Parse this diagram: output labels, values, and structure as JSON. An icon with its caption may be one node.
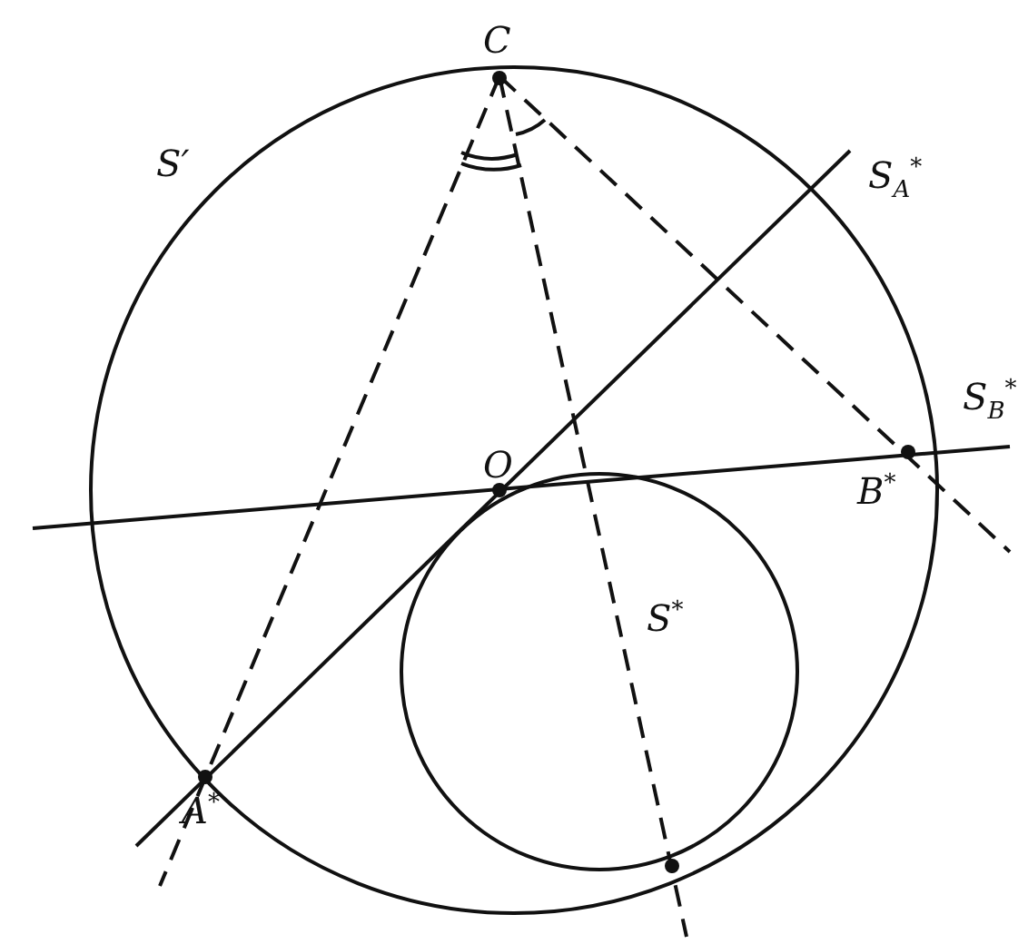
{
  "diagram": {
    "labels": [
      "C",
      "S′",
      "S$_{A}$$^{*}$",
      "S$_{B}$$^{*}$",
      "O",
      "B$^{*}$",
      "S$^{*}$",
      "A$^{*}$"
    ]
  }
}
